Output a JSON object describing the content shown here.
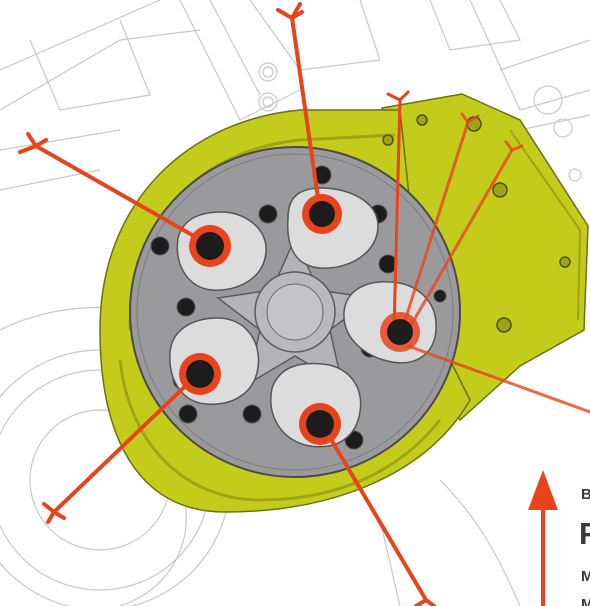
{
  "diagram": {
    "subject": "rotor-head-with-five-cutting-knives",
    "colors": {
      "housing": "#c3cc1a",
      "housing_dark": "#9ea413",
      "plate": "#9a9a9c",
      "knife_holder": "#dcdcdc",
      "knife_cord": "#e8441c",
      "bolt": "#1c1c1c",
      "outline": "#b0b0b0"
    },
    "callout": {
      "line1": "B",
      "line2": "F",
      "line3": "M",
      "line4": "M"
    }
  }
}
